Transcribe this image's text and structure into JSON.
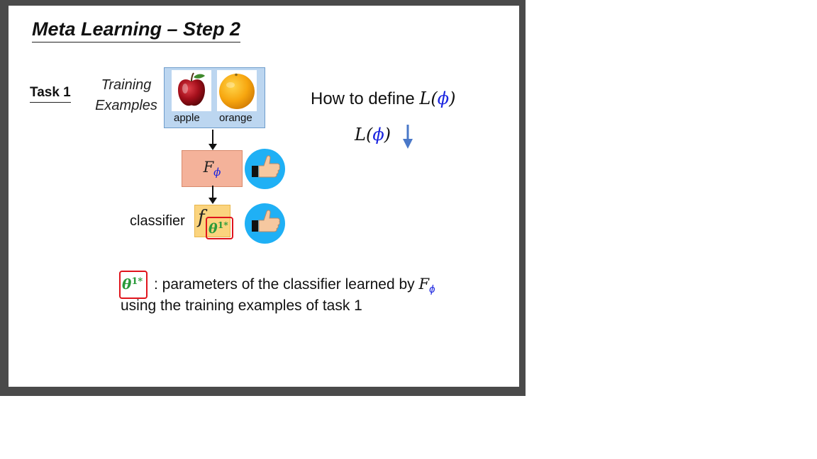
{
  "title": "Meta Learning – Step 2",
  "task_label": "Task 1",
  "training_label": {
    "line1": "Training",
    "line2": "Examples"
  },
  "examples": [
    {
      "label": "apple",
      "icon": "apple-image"
    },
    {
      "label": "orange",
      "icon": "orange-image"
    }
  ],
  "learner": {
    "symbol": "F",
    "subscript": "ϕ"
  },
  "classifier": {
    "label": "classifier",
    "symbol": "f",
    "theta": "θ",
    "theta_sup": "1*"
  },
  "loss_question": {
    "text": "How to define ",
    "L": "L",
    "open": "(",
    "phi": "ϕ",
    "close": ")"
  },
  "loss_expr": {
    "L": "L",
    "open": "(",
    "phi": "ϕ",
    "close": ")"
  },
  "note": {
    "line1": ": parameters of the classifier learned by ",
    "F": "F",
    "F_sub": "ϕ",
    "line2": "using the training examples of task 1"
  },
  "icons": {
    "thumb": "thumbs-up-icon",
    "loss_down": "down-arrow-icon"
  },
  "colors": {
    "phi_blue": "#1a24e0",
    "theta_green": "#2a9a3a",
    "highlight_red": "#e0141c",
    "thumb_circle": "#1fb0f5",
    "learner_box": "#f4b29a",
    "classifier_box": "#fbd47e",
    "examples_box": "#bcd6f0",
    "arrow_blue": "#4a78c8"
  }
}
